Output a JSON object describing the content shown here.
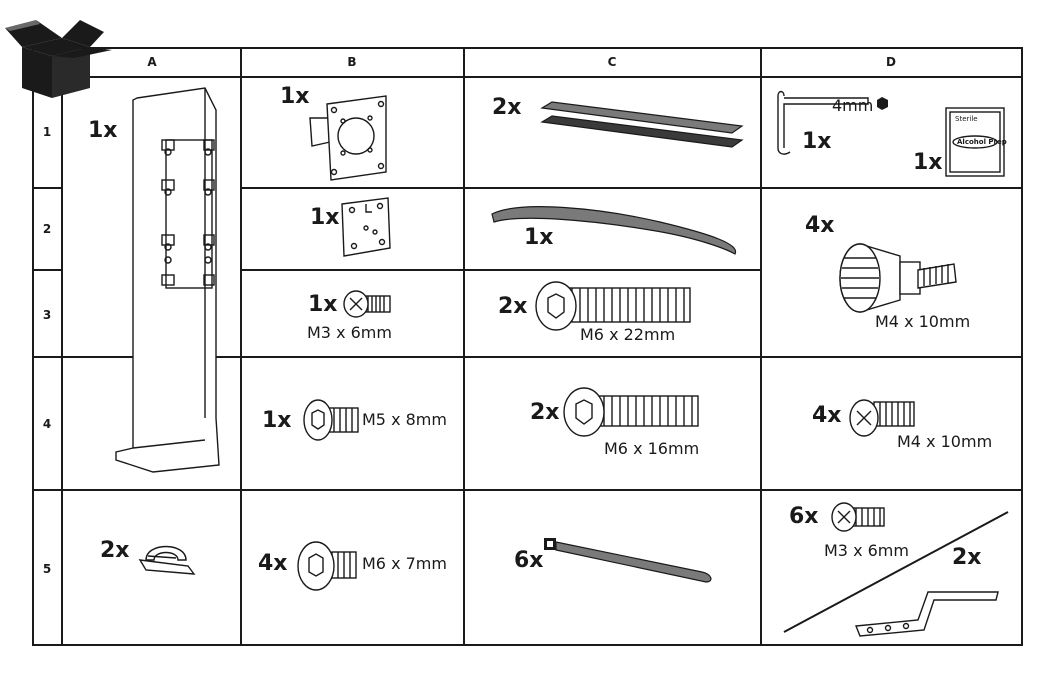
{
  "columns": [
    "A",
    "B",
    "C",
    "D"
  ],
  "rows": [
    "1",
    "2",
    "3",
    "4",
    "5"
  ],
  "cells": {
    "a1": {
      "qty": "1x"
    },
    "a5": {
      "qty": "2x"
    },
    "b1": {
      "qty": "1x"
    },
    "b2": {
      "qty": "1x"
    },
    "b3": {
      "qty": "1x",
      "size": "M3 x 6mm"
    },
    "b4": {
      "qty": "1x",
      "size": "M5 x 8mm"
    },
    "b5": {
      "qty": "4x",
      "size": "M6 x 7mm"
    },
    "c1": {
      "qty": "2x"
    },
    "c2": {
      "qty": "1x"
    },
    "c3": {
      "qty": "2x",
      "size": "M6 x 22mm"
    },
    "c4": {
      "qty": "2x",
      "size": "M6 x 16mm"
    },
    "c5": {
      "qty": "6x"
    },
    "d1": {
      "key_qty": "1x",
      "key_size": "4mm",
      "wipe_qty": "1x",
      "wipe_top": "Sterile",
      "wipe_label": "Alcohol Prep"
    },
    "d23": {
      "qty": "4x",
      "size": "M4 x 10mm"
    },
    "d4": {
      "qty": "4x",
      "size": "M4 x 10mm"
    },
    "d5": {
      "screw_qty": "6x",
      "screw_size": "M3 x 6mm",
      "bracket_qty": "2x"
    }
  },
  "icons": {
    "box": "open-box-icon"
  }
}
